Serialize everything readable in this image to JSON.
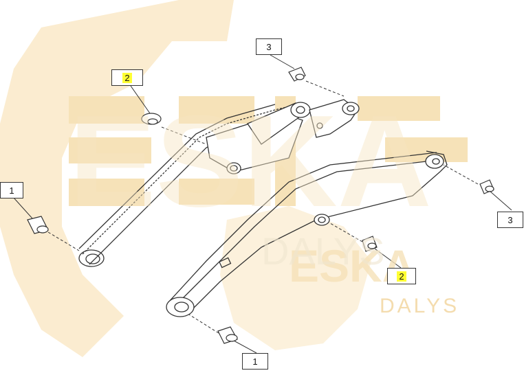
{
  "watermark": {
    "brand_large": "ESKA",
    "brand_mid": "ESKA",
    "brand_sub": "DALYS",
    "brand_sub_ghost": "DALYS",
    "color": "#f4dcae"
  },
  "callouts": [
    {
      "label": "2",
      "highlight": true
    },
    {
      "label": "3",
      "highlight": false
    },
    {
      "label": "1",
      "highlight": false
    },
    {
      "label": "3",
      "highlight": false
    },
    {
      "label": "2",
      "highlight": true
    },
    {
      "label": "1",
      "highlight": false
    }
  ],
  "highlight_color": "#ffff33"
}
